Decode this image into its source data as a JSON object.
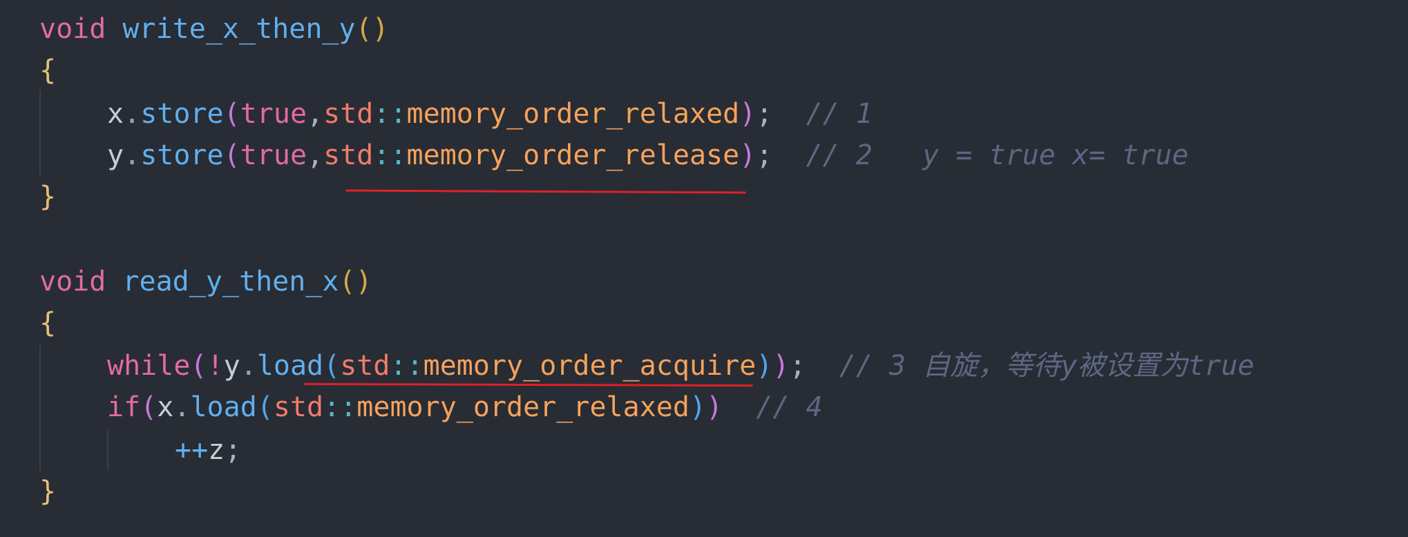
{
  "code": {
    "l1": {
      "kw": "void",
      "fn": "write_x_then_y",
      "open": "(",
      "close": ")"
    },
    "l2": {
      "brace": "{"
    },
    "l3": {
      "var": "x",
      "dot": ".",
      "method": "store",
      "open": "(",
      "lit": "true",
      "comma": ",",
      "ns": "std",
      "colons": "::",
      "enum": "memory_order_relaxed",
      "close": ")",
      "semi": ";",
      "comment": "// 1"
    },
    "l4": {
      "var": "y",
      "dot": ".",
      "method": "store",
      "open": "(",
      "lit": "true",
      "comma": ",",
      "ns": "std",
      "colons": "::",
      "enum": "memory_order_release",
      "close": ")",
      "semi": ";",
      "comment": "// 2   y = true x= true"
    },
    "l5": {
      "brace": "}"
    },
    "l7": {
      "kw": "void",
      "fn": "read_y_then_x",
      "open": "(",
      "close": ")"
    },
    "l8": {
      "brace": "{"
    },
    "l9": {
      "kw": "while",
      "open": "(",
      "not": "!",
      "var": "y",
      "dot": ".",
      "method": "load",
      "open2": "(",
      "ns": "std",
      "colons": "::",
      "enum": "memory_order_acquire",
      "close2": ")",
      "close": ")",
      "semi": ";",
      "comment": "// 3 自旋，等待y被设置为true"
    },
    "l10": {
      "kw": "if",
      "open": "(",
      "var": "x",
      "dot": ".",
      "method": "load",
      "open2": "(",
      "ns": "std",
      "colons": "::",
      "enum": "memory_order_relaxed",
      "close2": ")",
      "close": ")",
      "comment": "// 4"
    },
    "l11": {
      "op": "++",
      "var": "z",
      "semi": ";"
    },
    "l12": {
      "brace": "}"
    }
  },
  "colors": {
    "background": "#282c34",
    "annotation_underline": "#e0202a"
  }
}
